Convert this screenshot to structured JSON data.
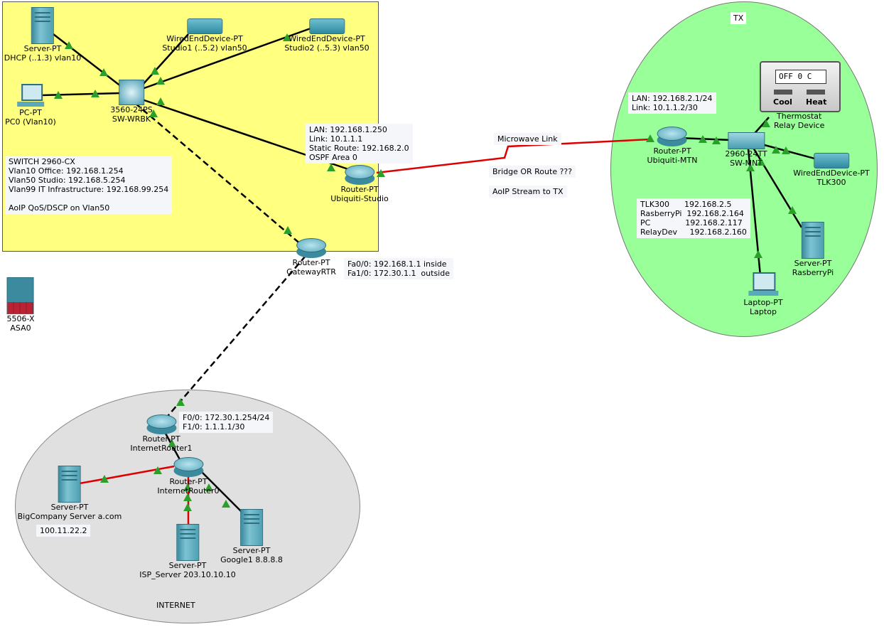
{
  "areas": {
    "tx": "TX",
    "internet": "INTERNET"
  },
  "devices": {
    "server_dhcp": {
      "model": "Server-PT",
      "name": "DHCP (..1.3) vlan10"
    },
    "pc0": {
      "model": "PC-PT",
      "name": "PC0 (Vlan10)"
    },
    "sw_wrbk": {
      "model": "3560-24PS",
      "name": "SW-WRBK"
    },
    "studio1": {
      "model": "WiredEndDevice-PT",
      "name": "Studio1 (..5.2) vlan50"
    },
    "studio2": {
      "model": "WiredEndDevice-PT",
      "name": "Studio2 (..5.3) vlan50"
    },
    "ubiquiti_studio": {
      "model": "Router-PT",
      "name": "Ubiquiti-Studio"
    },
    "gateway": {
      "model": "Router-PT",
      "name": "GatewayRTR"
    },
    "asa": {
      "model": "5506-X",
      "name": "ASA0"
    },
    "ubiquiti_mtn": {
      "model": "Router-PT",
      "name": "Ubiquiti-MTN"
    },
    "sw_mnt": {
      "model": "2960-24TT",
      "name": "SW-MNT"
    },
    "thermostat": {
      "model": "Thermostat",
      "name": "Relay Device"
    },
    "tlk300": {
      "model": "WiredEndDevice-PT",
      "name": "TLK300"
    },
    "raspberrypi": {
      "model": "Server-PT",
      "name": "RasberryPi"
    },
    "laptop": {
      "model": "Laptop-PT",
      "name": "Laptop"
    },
    "internet_router1": {
      "model": "Router-PT",
      "name": "InternetRouter1"
    },
    "internet_router0": {
      "model": "Router-PT",
      "name": "InternetRouter0"
    },
    "bigcompany": {
      "model": "Server-PT",
      "name": "BigCompany Server a.com"
    },
    "isp_server": {
      "model": "Server-PT",
      "name": "ISP_Server  203.10.10.10"
    },
    "google": {
      "model": "Server-PT",
      "name": "Google1 8.8.8.8"
    }
  },
  "thermostat_panel": {
    "display": "OFF  0 C",
    "cool": "Cool",
    "heat": "Heat"
  },
  "notes": {
    "switch_config": "SWITCH 2960-CX\nVlan10 Office: 192.168.1.254\nVlan50 Studio: 192.168.5.254\nVlan99 IT Infrastructure: 192.168.99.254\n\nAoIP QoS/DSCP on Vlan50",
    "studio_router": "LAN: 192.168.1.250\nLink: 10.1.1.1\nStatic Route: 192.168.2.0\nOSPF Area 0",
    "gateway": "Fa0/0: 192.168.1.1 inside\nFa1/0: 172.30.1.1  outside",
    "mtn_router": "LAN: 192.168.2.1/24\nLink: 10.1.1.2/30",
    "tx_hosts": "TLK300      192.168.2.5\nRasberryPi  192.168.2.164\nPC              192.168.2.117\nRelayDev     192.168.2.160",
    "internet_router1": "F0/0: 172.30.1.254/24\nF1/0: 1.1.1.1/30",
    "bigcompany_ip": "100.11.22.2",
    "microwave": "Microwave Link",
    "bridge": "Bridge OR Route ???",
    "aoip": "AoIP Stream to TX"
  },
  "colors": {
    "lan_area": "#ffff80",
    "tx_area": "#99ff99",
    "internet_area": "#e0e0e0",
    "wan_link": "#dd0000",
    "port_up": "#2aa02a"
  }
}
